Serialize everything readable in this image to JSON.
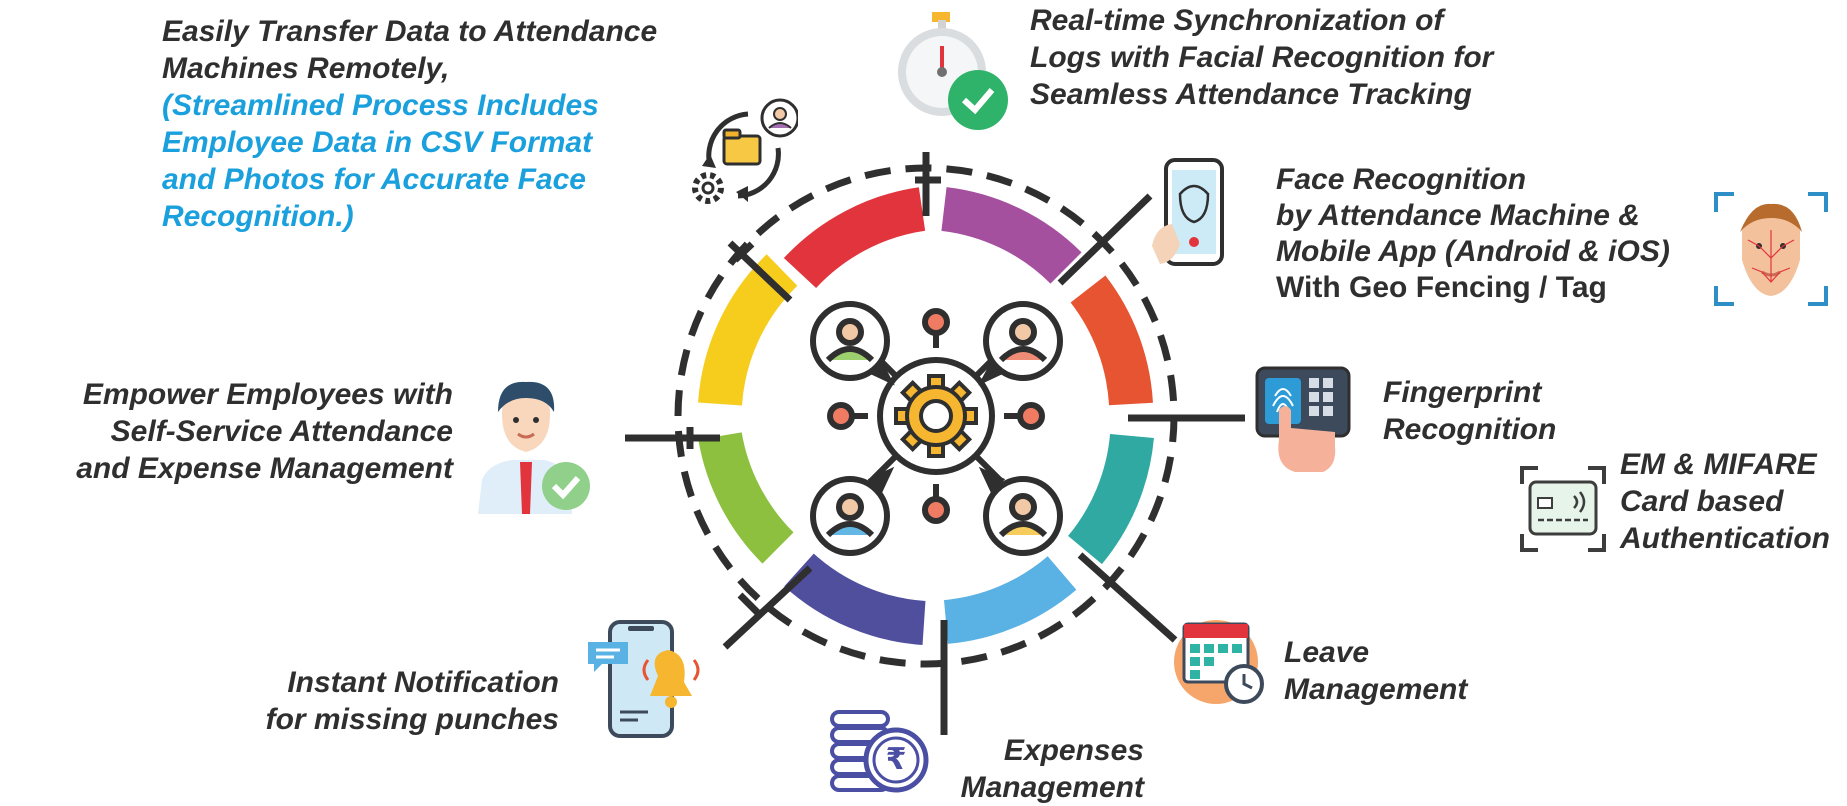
{
  "features": {
    "transfer": {
      "lines": [
        "Easily Transfer Data to Attendance",
        "Machines Remotely,"
      ],
      "note_lines": [
        "(Streamlined Process Includes",
        "Employee Data in CSV Format",
        "and Photos for Accurate Face",
        "Recognition.)"
      ]
    },
    "sync": {
      "lines": [
        "Real-time Synchronization of",
        "Logs with Facial Recognition for",
        "Seamless Attendance Tracking"
      ]
    },
    "face": {
      "lines": [
        "Face Recognition",
        "by Attendance Machine &",
        "Mobile App (Android & iOS)"
      ],
      "extra": "With Geo Fencing / Tag"
    },
    "fingerprint": {
      "lines": [
        "Fingerprint",
        "Recognition"
      ]
    },
    "card": {
      "lines": [
        "EM & MIFARE",
        "Card based",
        "Authentication"
      ]
    },
    "empower": {
      "lines": [
        "Empower Employees with",
        "Self-Service Attendance",
        "and Expense Management"
      ]
    },
    "notification": {
      "lines": [
        "Instant Notification",
        "for missing punches"
      ]
    },
    "expenses": {
      "lines": [
        "Expenses",
        "Management"
      ]
    },
    "leave": {
      "lines": [
        "Leave",
        "Management"
      ]
    }
  },
  "icons": [
    "sync-folder-icon",
    "stopwatch-check-icon",
    "phone-face-scan-icon",
    "face-scan-icon",
    "fingerprint-scanner-icon",
    "rfid-card-icon",
    "employee-check-icon",
    "phone-notification-icon",
    "rupee-coins-icon",
    "calendar-clock-icon",
    "central-network-gear-icon",
    "rupee-symbol-icon"
  ],
  "colors": {
    "text": "#2f2f2f",
    "accent_blue": "#1aa0dc",
    "ring_segments": [
      "#e2343c",
      "#a54f9f",
      "#e75431",
      "#2fa9a2",
      "#5ab1e3",
      "#4f4f9e",
      "#8dc03f",
      "#f7cd1d"
    ]
  }
}
